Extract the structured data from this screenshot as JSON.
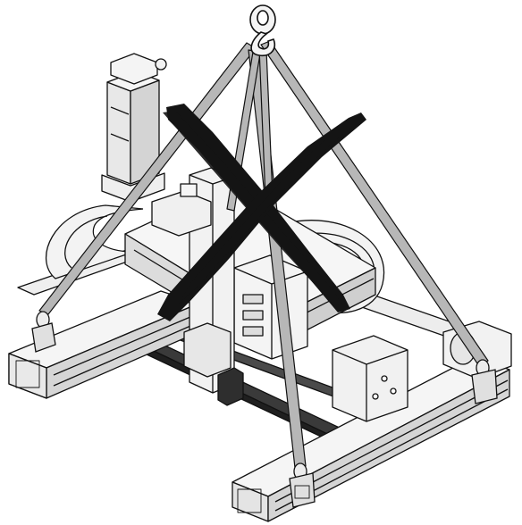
{
  "figure": {
    "subject": "gantry-axis-assembly",
    "rigging": "four-leg-sling-on-crane-hook",
    "warning_mark": "cross-out",
    "colors": {
      "background": "#ffffff",
      "line": "#111111",
      "part_fill": "#f4f4f4",
      "part_shade": "#d9d9d9",
      "sling": "#b7b7b7",
      "cross": "#141414"
    }
  }
}
